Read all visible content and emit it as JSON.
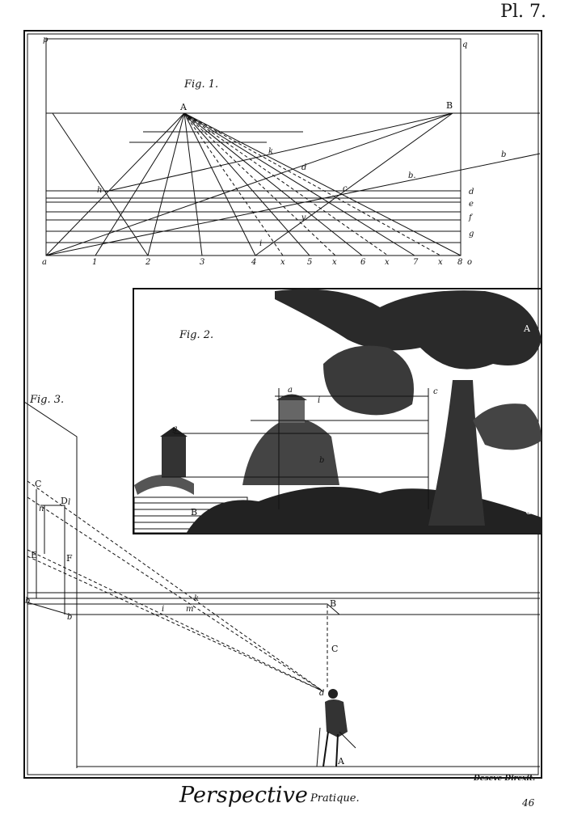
{
  "plate_number": "Pl. 7.",
  "title": "Perspective",
  "subtitle": "Pratique.",
  "engraver": "Deseve Direxit.",
  "page_number": "46",
  "fig1": {
    "caption": "Fig. 1.",
    "corner_p": "p",
    "corner_q": "q",
    "point_A": "A",
    "point_B": "B",
    "base_labels": [
      "a",
      "1",
      "2",
      "3",
      "4",
      "x",
      "5",
      "x",
      "6",
      "x",
      "7",
      "x",
      "8",
      "o"
    ],
    "side_labels": [
      "d",
      "e",
      "f",
      "g"
    ],
    "inner_labels": {
      "k": "k",
      "d": "d",
      "h": "h",
      "c": "c",
      "b1": "b.",
      "b2": "b",
      "i": "i",
      "v": "v"
    }
  },
  "fig2": {
    "caption": "Fig. 2.",
    "labels": {
      "g": "g",
      "a": "a",
      "i": "i",
      "b": "b",
      "c": "c",
      "B": "B",
      "C": "C",
      "A": "A"
    }
  },
  "fig3": {
    "caption": "Fig. 3.",
    "labels": {
      "C": "C",
      "D": "D",
      "l": "l",
      "n": "n",
      "E": "E",
      "F": "F",
      "b1": "b",
      "b2": "b",
      "B": "B",
      "Cv": "C",
      "d": "d",
      "A": "A",
      "k": "k",
      "m": "m",
      "i": "i"
    }
  }
}
